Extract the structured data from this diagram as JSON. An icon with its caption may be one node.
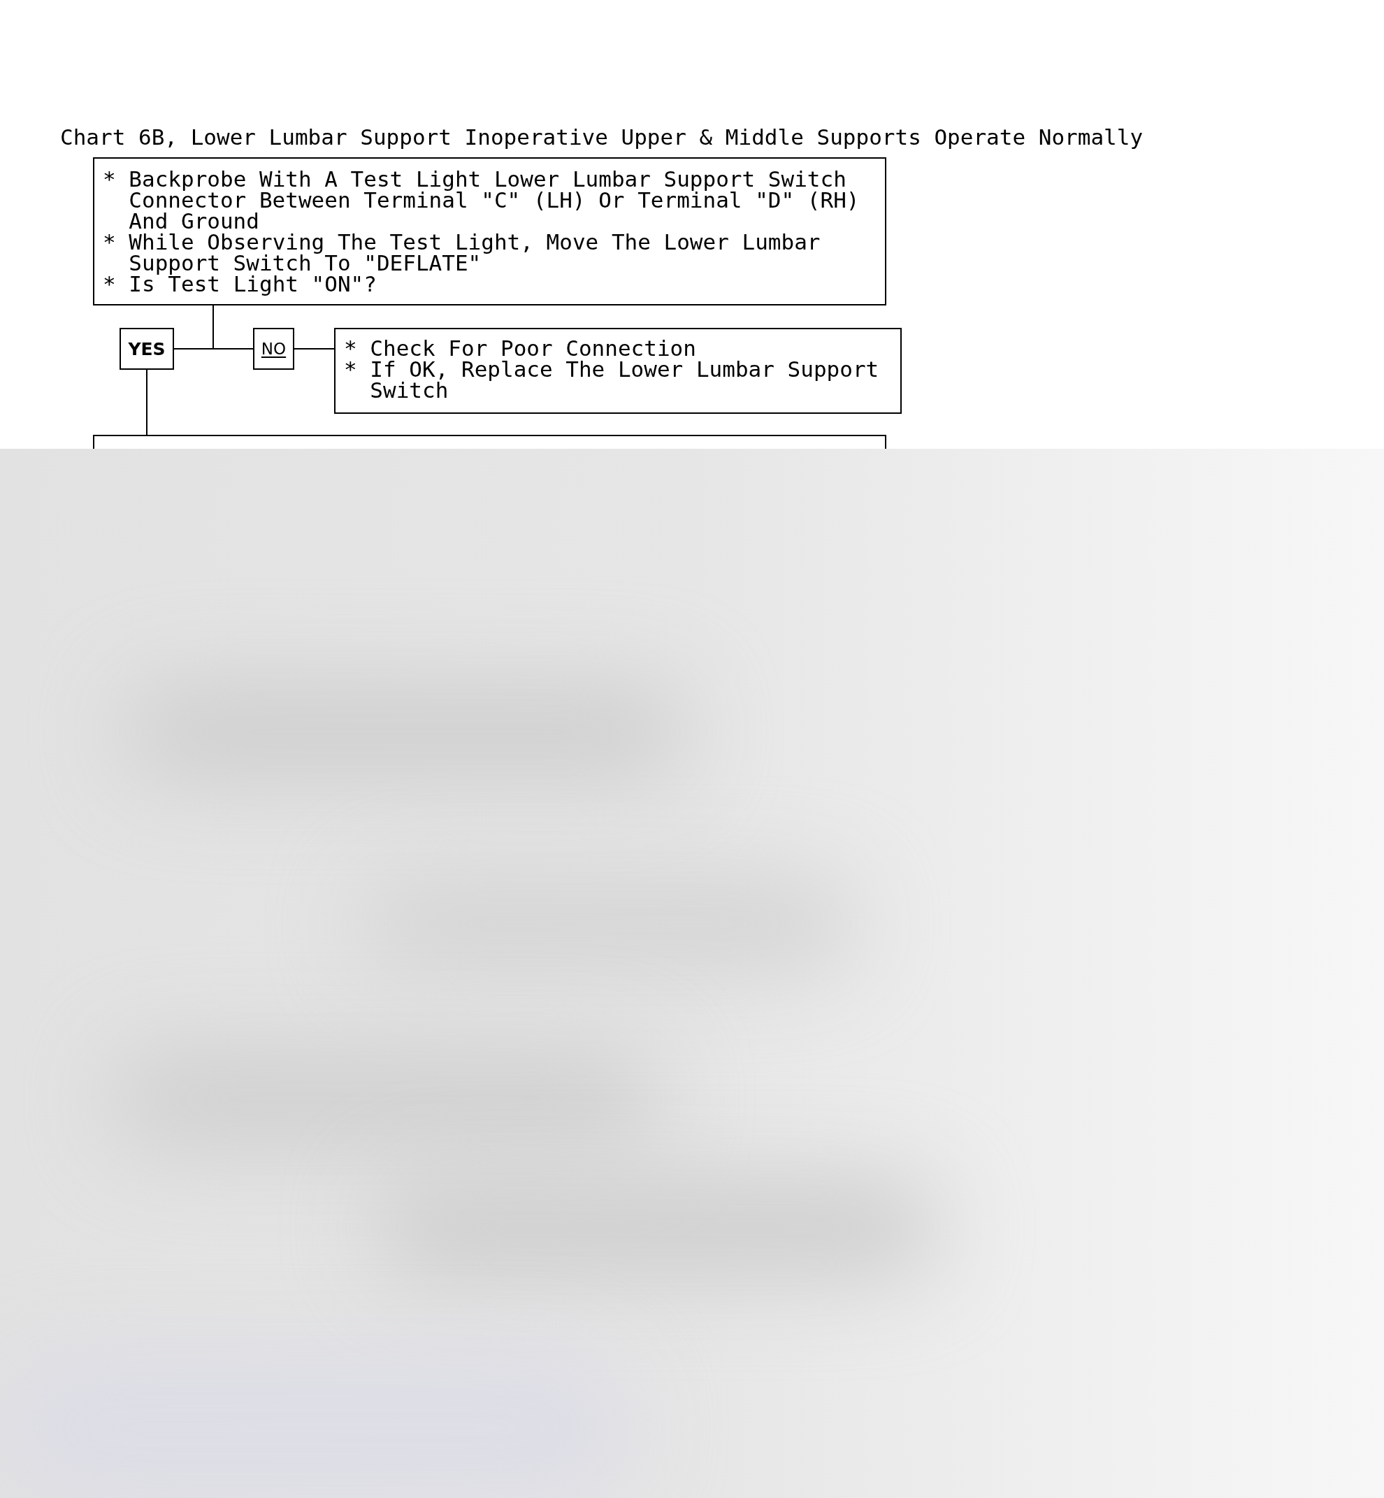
{
  "diagram": {
    "title": "Chart 6B, Lower Lumbar Support Inoperative Upper & Middle Supports Operate Normally",
    "nodes": [
      {
        "text": [
          "* Backprobe With A Test Light Lower Lumbar Support Switch Connector Between Terminal \"C\" (LH) Or Terminal \"D\" (RH) And Ground",
          "* While Observing The Test Light, Move The Lower Lumbar Support Switch To \"DEFLATE\"",
          "* Is Test Light \"ON\"?"
        ]
      },
      {
        "text": [
          "YES"
        ]
      },
      {
        "text": [
          "NO"
        ]
      },
      {
        "text": [
          "* Check For Poor Connection",
          "* If OK, Replace The Lower Lumbar Support Switch"
        ]
      },
      {
        "text": [],
        "shape": "box"
      }
    ],
    "edges": [
      {
        "from": 0,
        "to": 1,
        "arrow": "none"
      },
      {
        "from": 0,
        "to": 2,
        "arrow": "none"
      },
      {
        "from": 2,
        "to": 3,
        "arrow": "none"
      },
      {
        "from": 1,
        "to": 4,
        "arrow": "none"
      }
    ]
  }
}
